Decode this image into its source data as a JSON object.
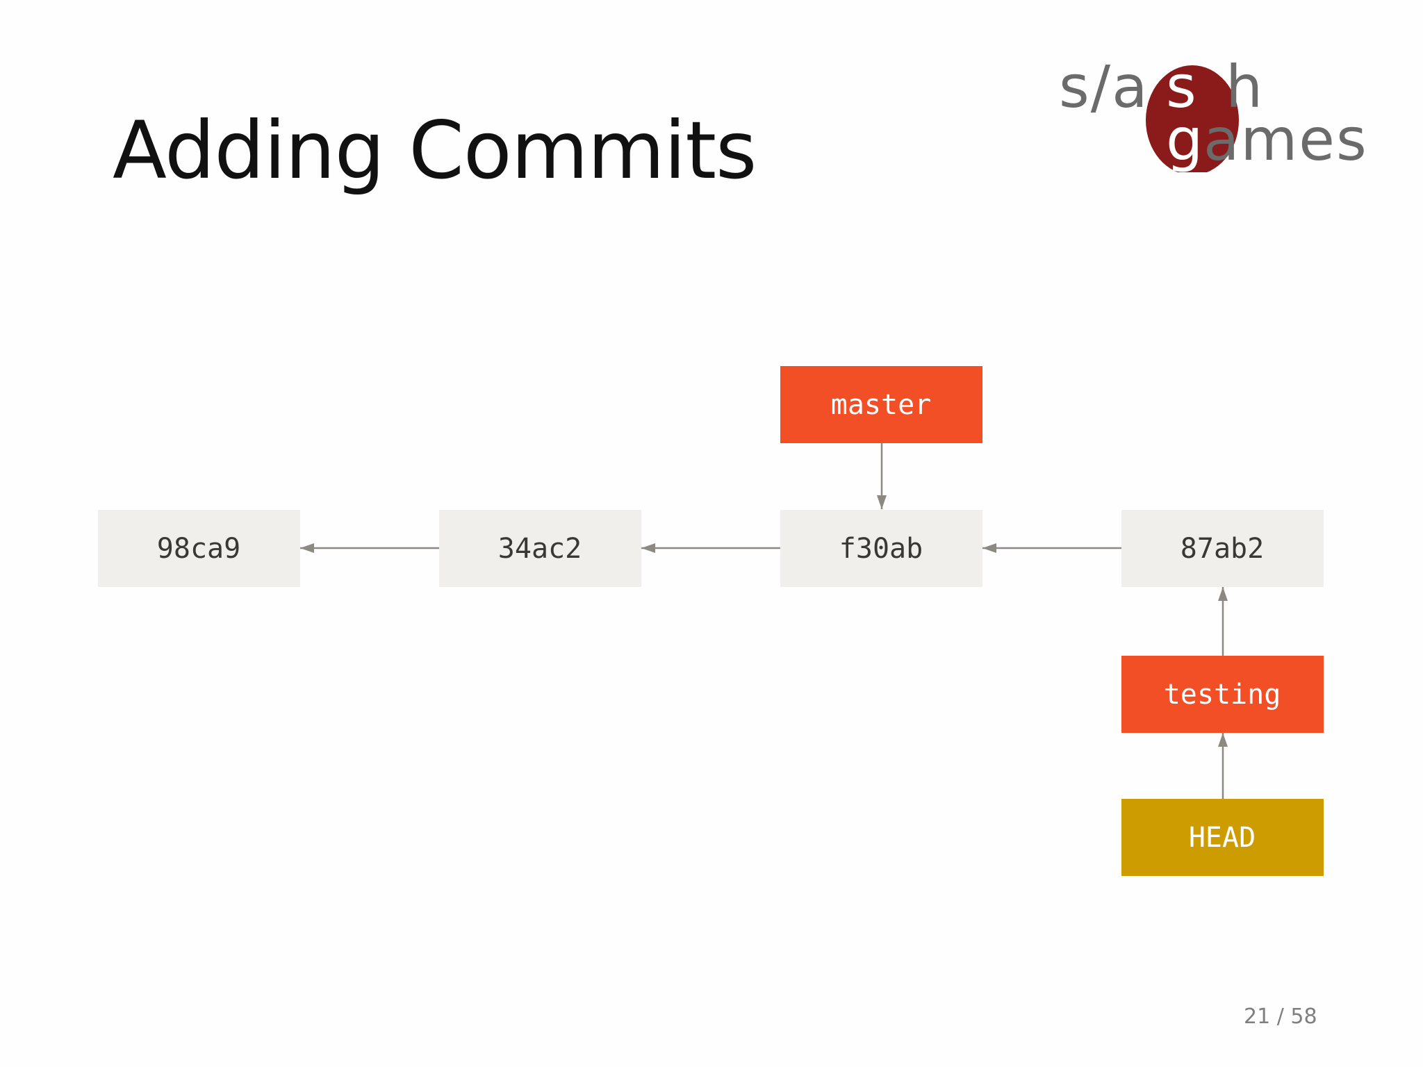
{
  "slide": {
    "title": "Adding Commits",
    "page_number": "21 / 58"
  },
  "logo": {
    "line1": "s/ash",
    "line2": "games",
    "brand_color": "#8b1a1a",
    "text_color": "#6b6b6b"
  },
  "diagram": {
    "commits": [
      "98ca9",
      "34ac2",
      "f30ab",
      "87ab2"
    ],
    "branches": [
      "master",
      "testing"
    ],
    "head": "HEAD",
    "colors": {
      "commit_fill": "#f0efeb",
      "commit_text": "#3a3734",
      "branch_fill": "#f34f27",
      "head_fill": "#cc9c00",
      "arrow": "#8c8983",
      "label_text": "#ffffff"
    }
  }
}
